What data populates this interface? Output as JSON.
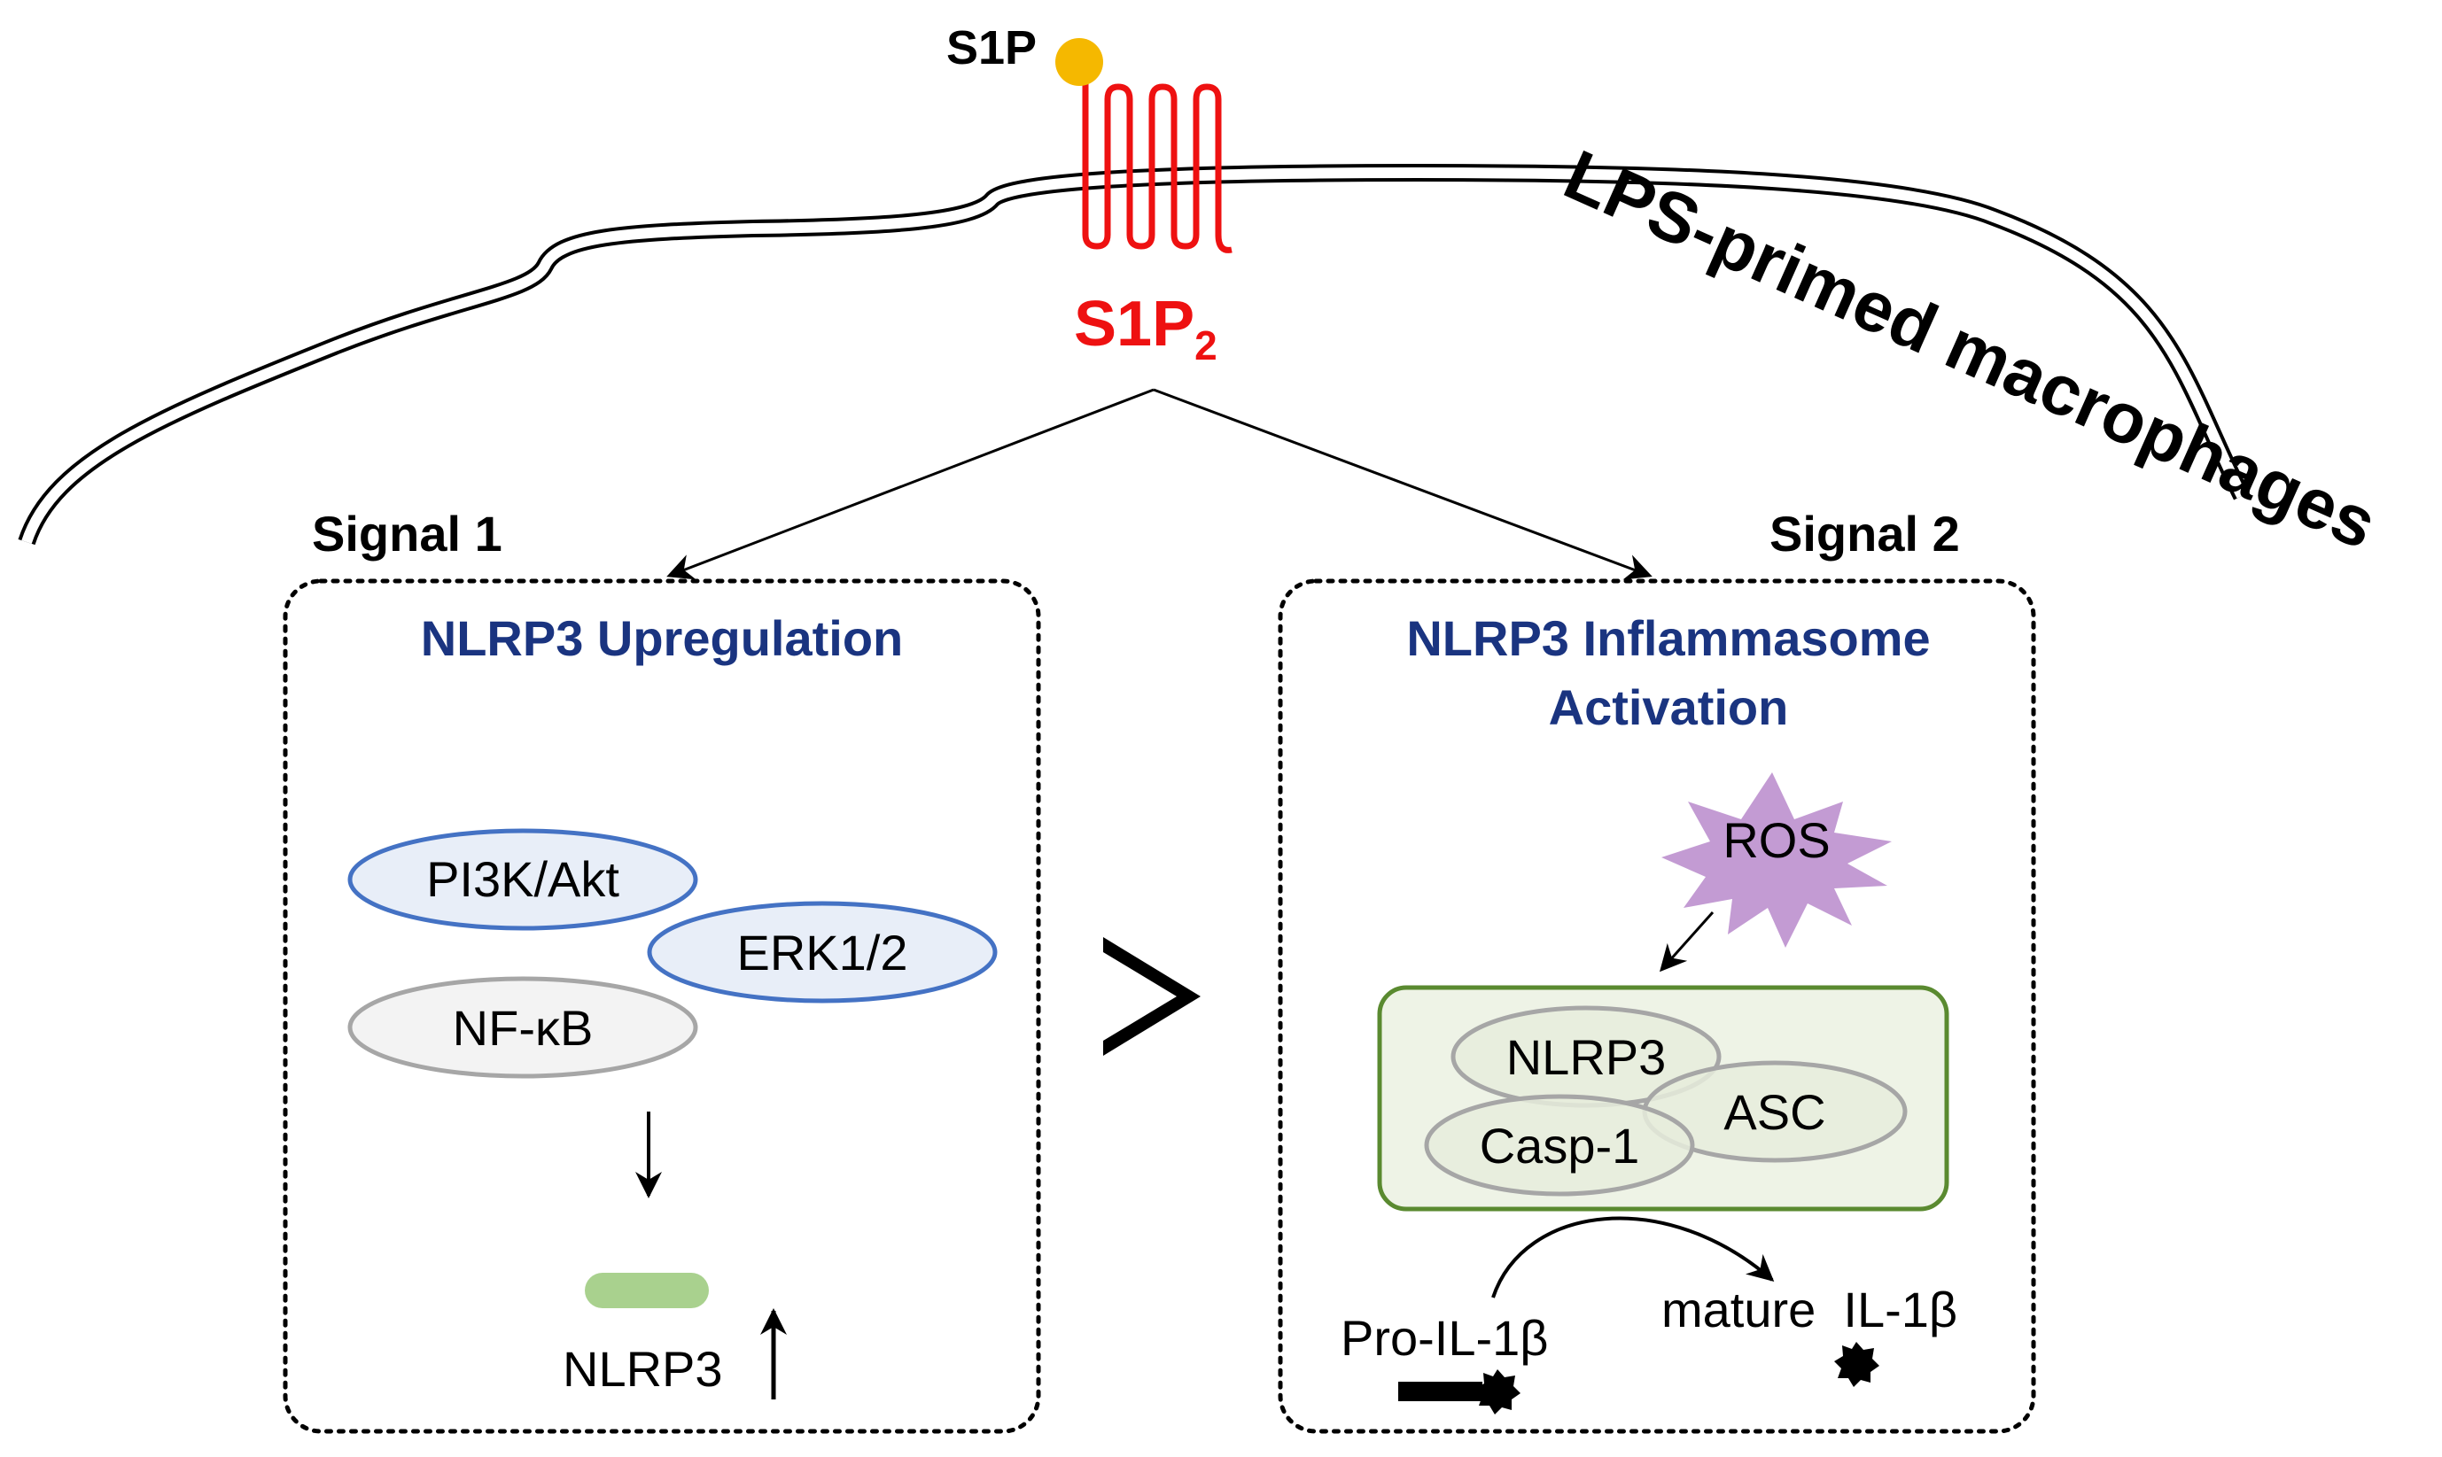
{
  "ligand": {
    "label": "S1P",
    "color": "#f5b800"
  },
  "receptor": {
    "label": "S1P",
    "subscript": "2",
    "color": "#ee1111"
  },
  "cell_label": "LPS-primed macrophages",
  "signal1": {
    "label": "Signal 1",
    "title": "NLRP3 Upregulation",
    "nodes": {
      "pi3k": "PI3K/Akt",
      "erk": "ERK1/2",
      "nfkb": "NF-κB"
    },
    "product": "NLRP3"
  },
  "signal2": {
    "label": "Signal 2",
    "title_line1": "NLRP3 Inflammasome",
    "title_line2": "Activation",
    "ros": "ROS",
    "complex": {
      "nlrp3": "NLRP3",
      "asc": "ASC",
      "casp1": "Casp-1"
    },
    "pro_il1b": "Pro-IL-1β",
    "mature_il1b": "mature  IL-1β"
  },
  "colors": {
    "title_blue": "#1a3480",
    "kinase_fill": "#e8eef8",
    "kinase_stroke": "#4472c4",
    "nfkb_fill": "#f3f3f3",
    "nfkb_stroke": "#a6a6a6",
    "complex_fill": "#eef3e6",
    "complex_stroke": "#5a8a30",
    "nlrp3_bar": "#a9d18e",
    "ros_fill": "#c39bd3"
  }
}
